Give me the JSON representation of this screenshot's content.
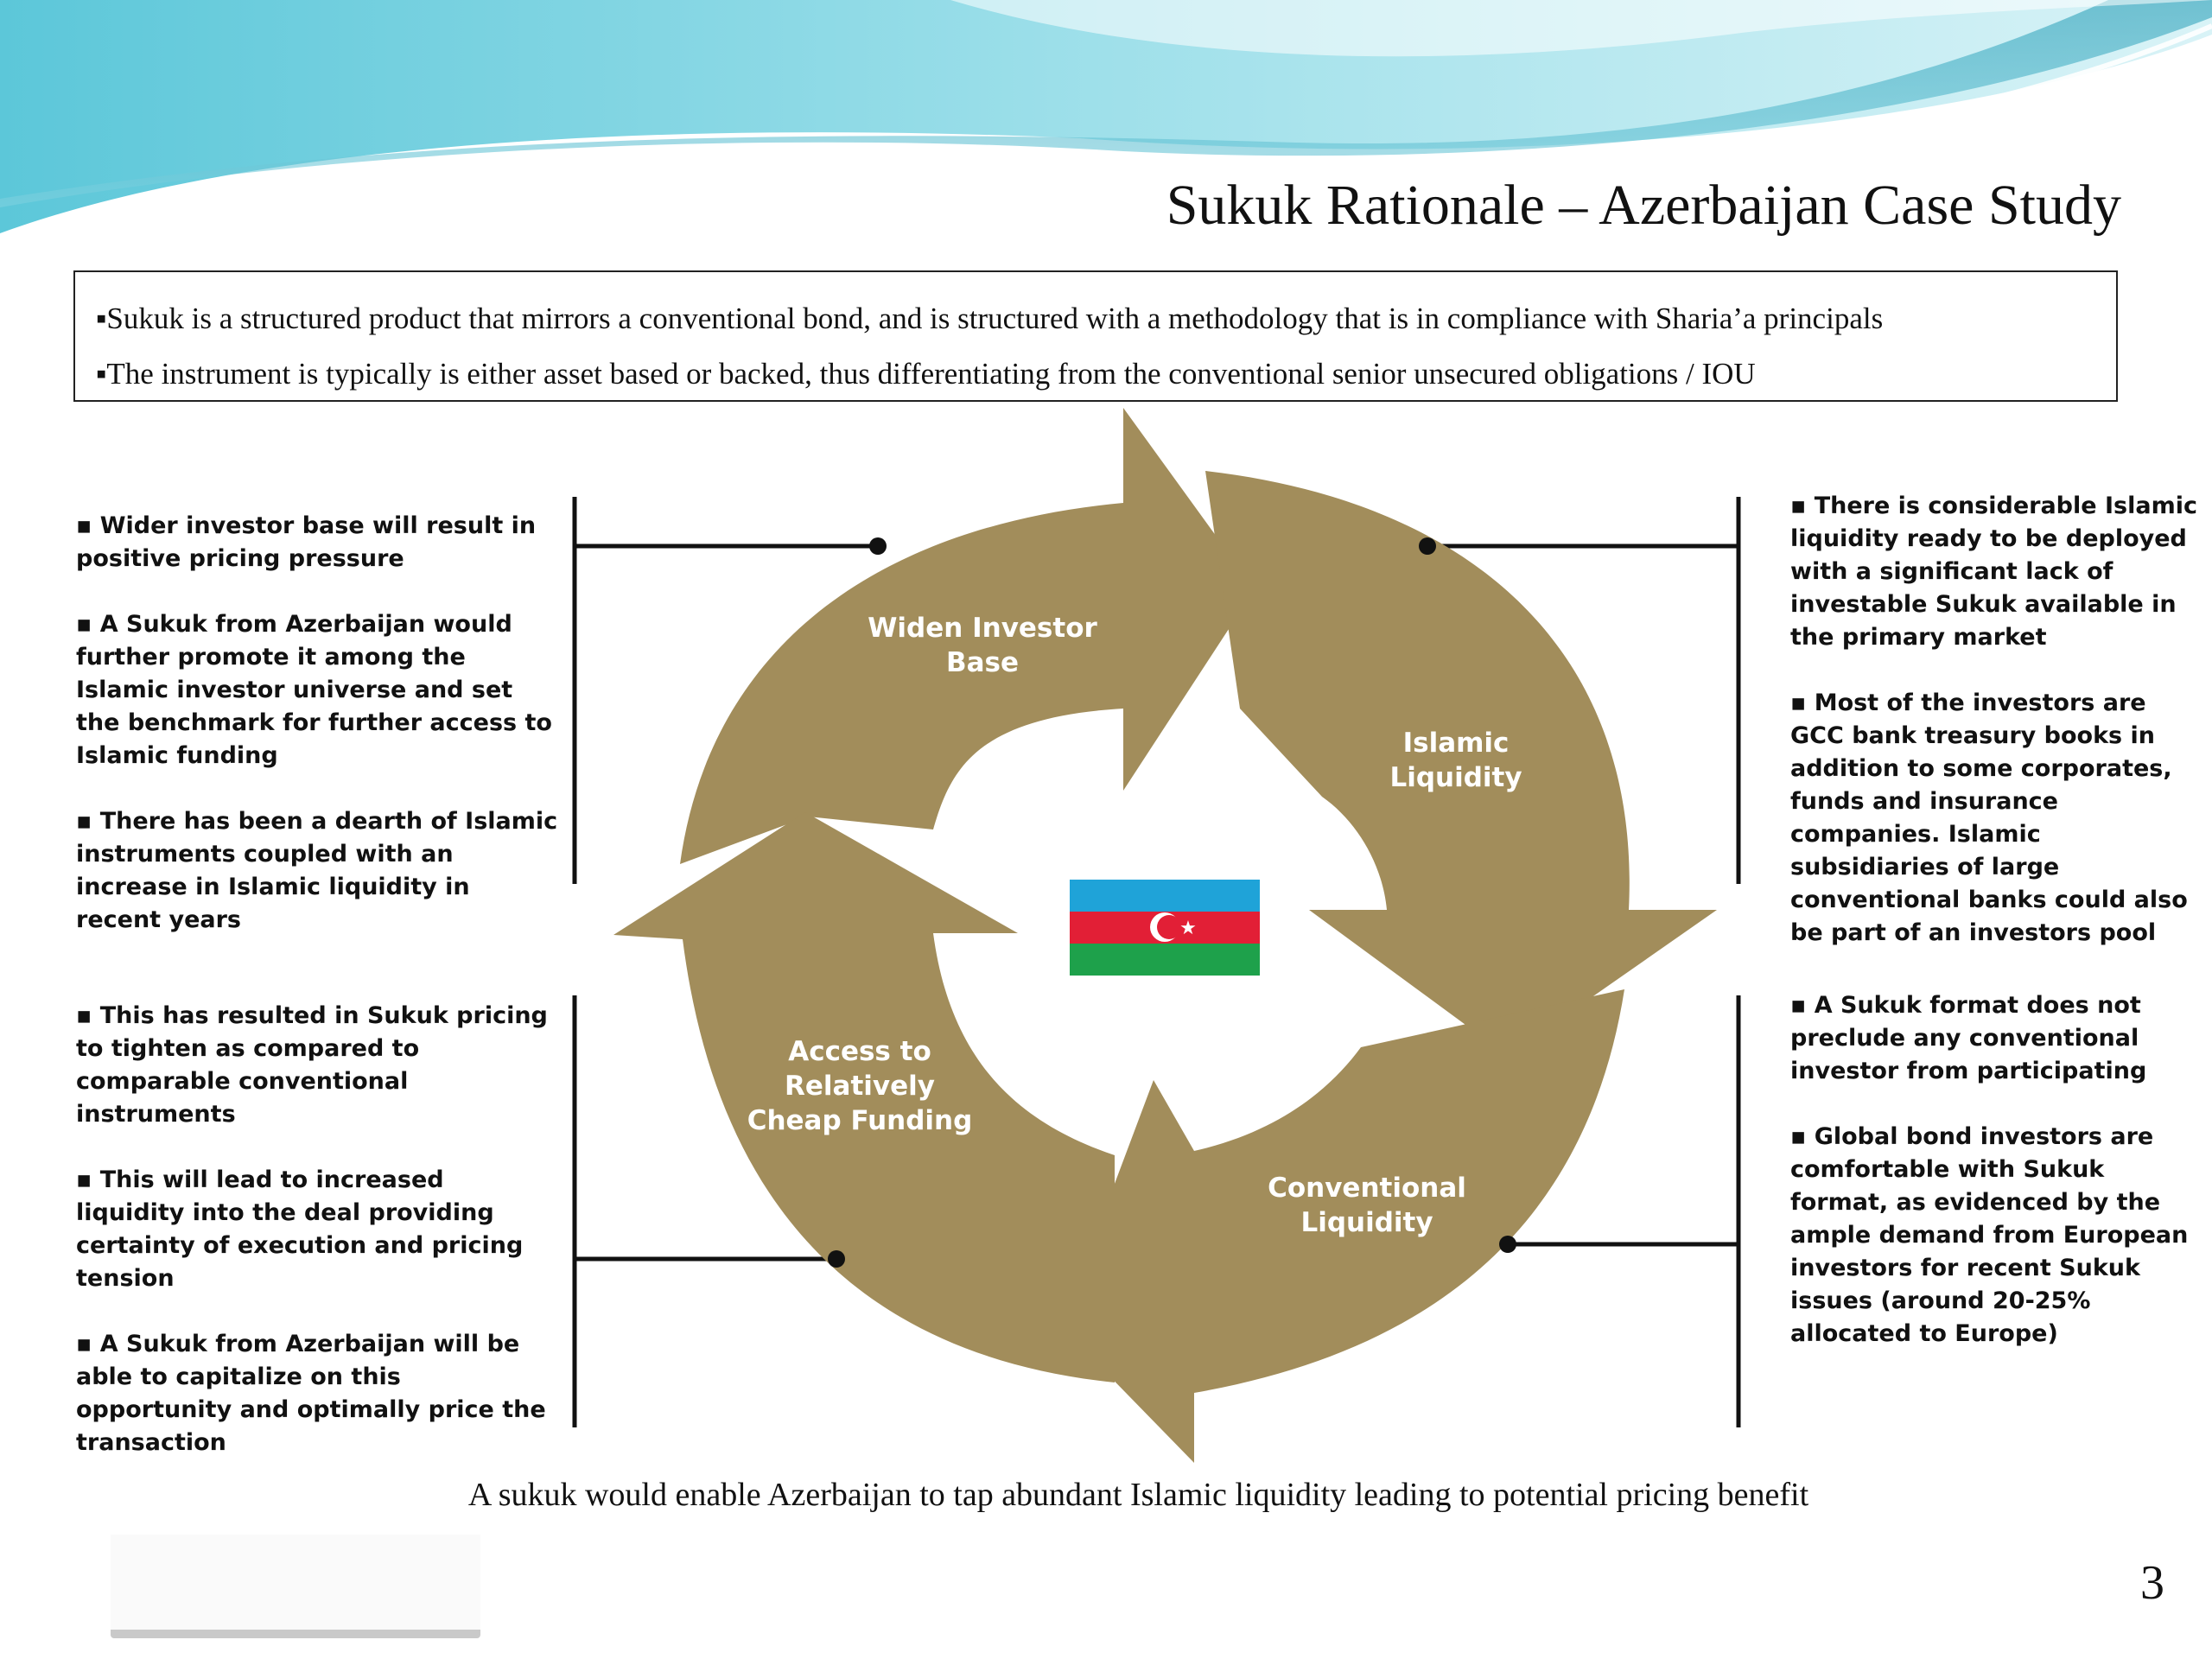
{
  "title": "Sukuk Rationale – Azerbaijan Case Study",
  "intro": [
    "▪Sukuk is a structured product that mirrors a conventional bond, and is structured with a methodology that is in compliance with Sharia’a principals",
    "▪The instrument is typically is either asset based or backed, thus differentiating from the conventional senior unsecured obligations / IOU"
  ],
  "left_top": [
    "▪ Wider investor base will result in positive pricing pressure",
    "▪ A Sukuk from Azerbaijan would further promote it among the Islamic investor universe and set the benchmark for further access to Islamic funding",
    "▪ There has been a dearth of Islamic instruments coupled with an increase in Islamic liquidity in recent years"
  ],
  "left_bottom": [
    "▪ This has resulted in Sukuk pricing to tighten as compared to comparable conventional instruments",
    "▪ This will lead to increased liquidity into the deal providing certainty of execution and pricing tension",
    "▪ A Sukuk from Azerbaijan will be able to capitalize on this opportunity and optimally price the transaction"
  ],
  "right_top": [
    "▪ There is considerable Islamic liquidity ready to be deployed with a significant lack of investable Sukuk available in the primary market",
    "▪ Most of the investors are GCC bank treasury books in addition to some corporates, funds and insurance companies. Islamic subsidiaries of large conventional banks could also be part of an investors pool"
  ],
  "right_bottom": [
    "▪ A Sukuk format does not preclude any conventional investor from participating",
    "▪ Global bond investors are comfortable with Sukuk format, as evidenced by the ample demand from European investors for recent Sukuk issues (around 20-25% allocated to Europe)"
  ],
  "cycle": {
    "widen": [
      "Widen Investor",
      "Base"
    ],
    "islamic": [
      "Islamic",
      "Liquidity"
    ],
    "conventional": [
      "Conventional",
      "Liquidity"
    ],
    "access": [
      "Access to",
      "Relatively",
      "Cheap Funding"
    ]
  },
  "caption": "A sukuk would enable Azerbaijan to tap abundant Islamic liquidity leading to potential pricing benefit",
  "page_number": "3",
  "colors": {
    "arrow": "#a28d5b",
    "flag_blue": "#1fa3d8",
    "flag_red": "#e21f36",
    "flag_green": "#1ea14b",
    "wave_dark": "#3fb4c8",
    "wave_light": "#9fdbe6"
  }
}
